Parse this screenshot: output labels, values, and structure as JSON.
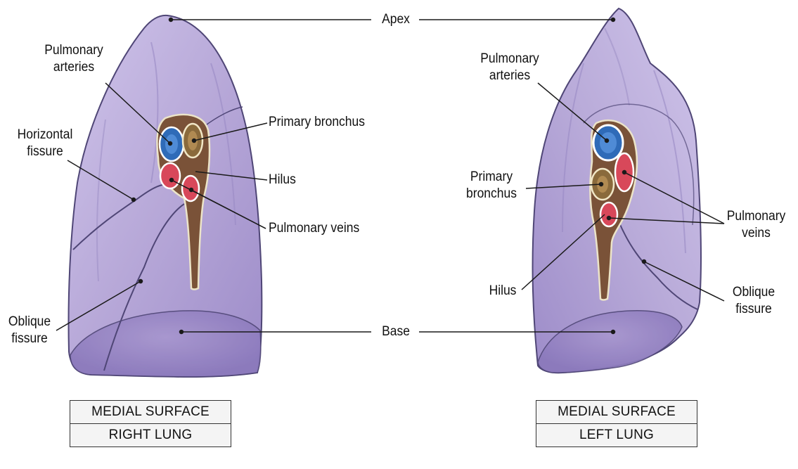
{
  "labels": {
    "apex": "Apex",
    "base": "Base",
    "right": {
      "pulmonary_arteries": [
        "Pulmonary",
        "arteries"
      ],
      "primary_bronchus": "Primary bronchus",
      "horizontal_fissure": [
        "Horizontal",
        "fissure"
      ],
      "hilus": "Hilus",
      "pulmonary_veins": "Pulmonary veins",
      "oblique_fissure": [
        "Oblique",
        "fissure"
      ]
    },
    "left": {
      "pulmonary_arteries": [
        "Pulmonary",
        "arteries"
      ],
      "primary_bronchus": [
        "Primary",
        "bronchus"
      ],
      "pulmonary_veins": [
        "Pulmonary",
        "veins"
      ],
      "hilus": "Hilus",
      "oblique_fissure": [
        "Oblique",
        "fissure"
      ]
    }
  },
  "captions": {
    "right": {
      "surface": "MEDIAL SURFACE",
      "lung": "RIGHT LUNG"
    },
    "left": {
      "surface": "MEDIAL SURFACE",
      "lung": "LEFT LUNG"
    }
  },
  "colors": {
    "lung_fill": "#b7a8d8",
    "lung_outline": "#4f4676",
    "artery": "#2f6bb8",
    "bronchus": "#8a6a3c",
    "vein": "#d8485a",
    "hilus": "#7a5238",
    "leader_line": "#1a1a1a"
  }
}
